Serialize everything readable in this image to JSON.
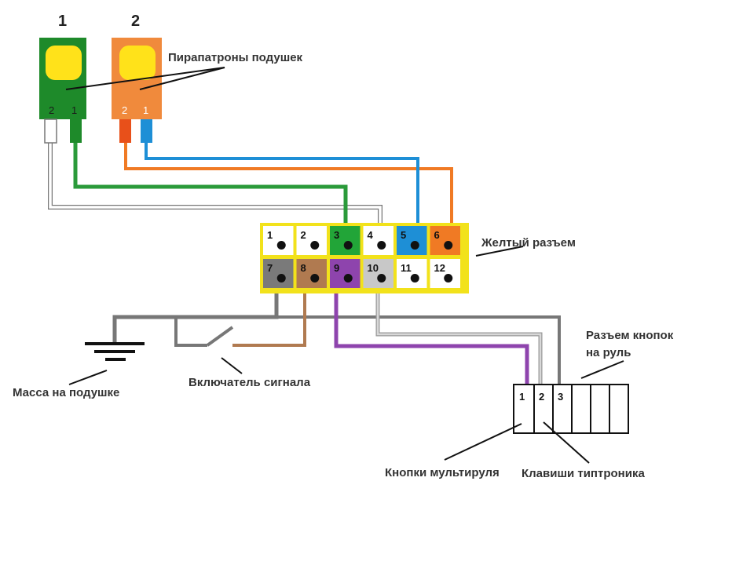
{
  "airbag_squibs": {
    "squib1": {
      "number": "1",
      "pin_left": "2",
      "pin_right": "1",
      "color": "#1e8a2a"
    },
    "squib2": {
      "number": "2",
      "pin_left": "2",
      "pin_right": "1",
      "color": "#f08a3c"
    },
    "label": "Пирапатроны подушек"
  },
  "yellow_connector": {
    "label": "Желтый разъем",
    "frame_color": "#f2e21b",
    "pins": [
      {
        "n": "1",
        "color": "#ffffff"
      },
      {
        "n": "2",
        "color": "#ffffff"
      },
      {
        "n": "3",
        "color": "#22a538"
      },
      {
        "n": "4",
        "color": "#ffffff"
      },
      {
        "n": "5",
        "color": "#1e8fd6"
      },
      {
        "n": "6",
        "color": "#f07a24"
      },
      {
        "n": "7",
        "color": "#7a7a7a"
      },
      {
        "n": "8",
        "color": "#b07a50"
      },
      {
        "n": "9",
        "color": "#8e44ad"
      },
      {
        "n": "10",
        "color": "#c8c8c8"
      },
      {
        "n": "11",
        "color": "#ffffff"
      },
      {
        "n": "12",
        "color": "#ffffff"
      }
    ]
  },
  "ground": {
    "label": "Масса на подушке"
  },
  "horn_switch": {
    "label": "Включатель сигнала"
  },
  "steering_buttons_connector": {
    "label_line1": "Разъем кнопок",
    "label_line2": "на руль",
    "pins": [
      "1",
      "2",
      "3"
    ]
  },
  "multi_wheel_buttons": {
    "label": "Кнопки мультируля"
  },
  "tiptronic_keys": {
    "label": "Клавиши типтроника"
  },
  "wire_colors": {
    "green": "#2a9a3a",
    "orange": "#f07a24",
    "blue": "#1e8fd6",
    "white_outline": "#777777",
    "gray": "#777777",
    "brown": "#b07a50",
    "purple": "#8e44ad",
    "light_gray": "#aaaaaa"
  }
}
